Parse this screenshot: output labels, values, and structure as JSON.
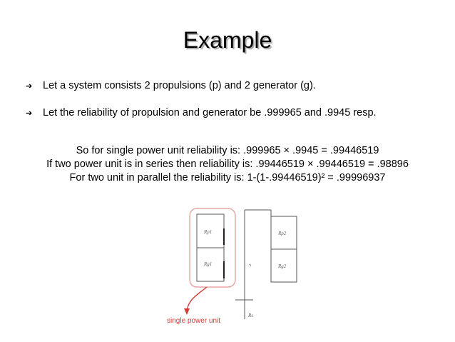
{
  "title": "Example",
  "bullets": [
    "Let a system consists 2 propulsions (p) and 2 generator (g).",
    "Let the reliability of propulsion and generator be .999965 and .9945 resp."
  ],
  "bullet_marker": "➔",
  "calc": {
    "line1": "So for single power unit reliability is: .999965 ×  .9945 =  .99446519",
    "line2": "If two power unit is in series then reliability is: .99446519 × .99446519 = .98896",
    "line3": "For two unit in parallel the reliability is: 1-(1-.99446519)² = .99996937"
  },
  "diagram": {
    "unit1_top_label": "Rp1",
    "unit1_bottom_label": "Rg1",
    "unit2_top_label": "Rp2",
    "unit2_bottom_label": "Rg2",
    "bottom_label": "Rs",
    "annotation": "single power unit",
    "annotation_color": "#d63b36"
  }
}
